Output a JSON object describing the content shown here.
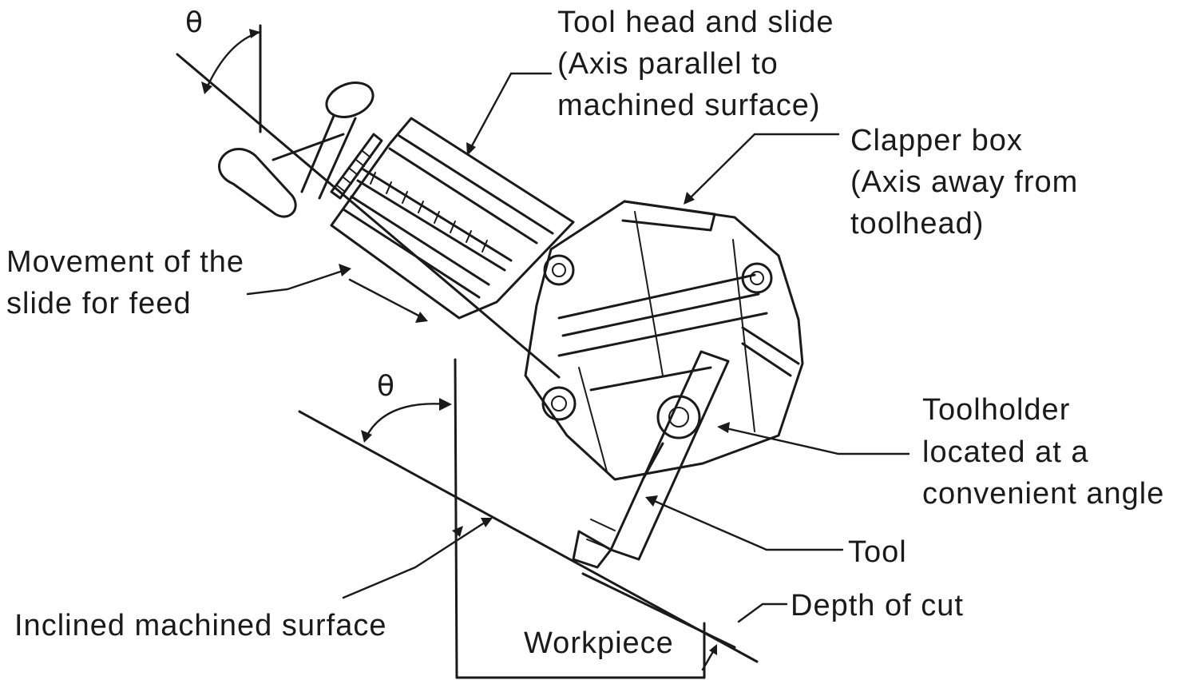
{
  "labels": {
    "theta_top": "θ",
    "theta_mid": "θ",
    "tool_head": [
      "Tool head and slide",
      "(Axis parallel to",
      "machined surface)"
    ],
    "clapper_box": [
      "Clapper box",
      "(Axis away from",
      "toolhead)"
    ],
    "movement": [
      "Movement of the",
      "slide for feed"
    ],
    "toolholder": [
      "Toolholder",
      "located at a",
      "convenient angle"
    ],
    "tool": "Tool",
    "depth_of_cut": "Depth of cut",
    "inclined_surface": "Inclined machined surface",
    "workpiece": "Workpiece"
  }
}
